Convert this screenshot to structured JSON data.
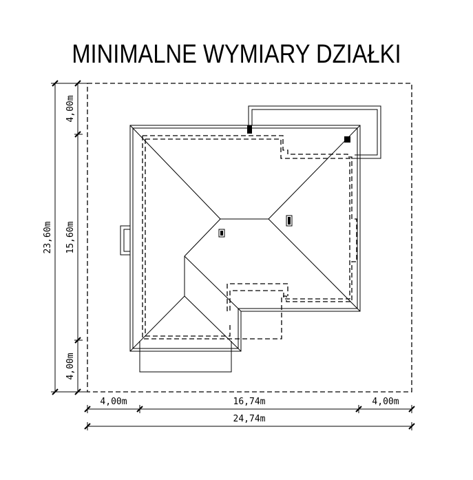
{
  "title": "MINIMALNE WYMIARY DZIAŁKI",
  "dimensions": {
    "total_height": "23,60m",
    "setback_top": "4,00m",
    "house_depth": "15,60m",
    "setback_bottom": "4,00m",
    "setback_left": "4,00m",
    "house_width": "16,74m",
    "setback_right": "4,00m",
    "total_width": "24,74m"
  }
}
